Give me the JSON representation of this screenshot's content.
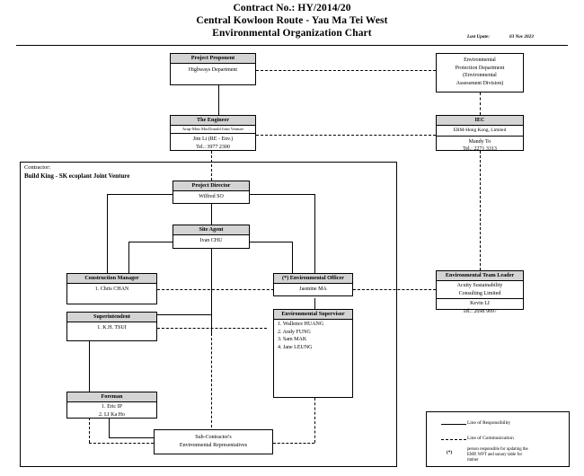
{
  "document": {
    "title_lines": [
      "Contract No.: HY/2014/20",
      "Central Kowloon Route - Yau Ma Tei West",
      "Environmental Organization Chart"
    ],
    "stamp": {
      "label": "Last Upate:",
      "value": "03 Nov 2023"
    }
  },
  "contractor": {
    "label": "Contractor:",
    "name": "Build King - SK ecoplant Joint Venture"
  },
  "boxes": {
    "project_proponent": {
      "header": "Project Proponent",
      "line1": "Highways Department"
    },
    "epd": {
      "line1": "Environmental",
      "line2": "Protection Department",
      "line3": "(Environmental",
      "line4": "Assessment Division)"
    },
    "engineer": {
      "header": "The Engineer",
      "company": "Arup-Mott MacDonald Joint Venture",
      "person": "Jim Li (RE - Env.)",
      "tel": "Tel.: 3977 2300"
    },
    "iec": {
      "header": "IEC",
      "company": "ERM-Hong Kong, Limited",
      "person": "Mandy To",
      "tel": "Tel.: 2271 3313"
    },
    "project_director": {
      "header": "Project Director",
      "person": "Wilfred SO"
    },
    "site_agent": {
      "header": "Site Agent",
      "person": "Ivan CHU"
    },
    "construction_manager": {
      "header": "Construction Manager",
      "people": [
        "1. Chris CHAN"
      ]
    },
    "environmental_officer": {
      "header": "(*) Environmental Officer",
      "person": "Jasmine MA"
    },
    "environmental_team_leader": {
      "header": "Environmental Team Leader",
      "company_line1": "Acuity Sustainability",
      "company_line2": "Consulting Limited",
      "person": "Kevin LI",
      "tel": "Tel.: 2698 9097"
    },
    "superintendent": {
      "header": "Superintendent",
      "people": [
        "1. K.H. TSUI"
      ]
    },
    "environmental_supervisor": {
      "header": "Environmental Supervisor",
      "people": [
        "1. Wallence HUANG",
        "2. Andy FUNG",
        "3. Sam MAK",
        "4. Jane LEUNG"
      ]
    },
    "foreman": {
      "header": "Foreman",
      "people": [
        "1. Eric IP",
        "2. LI Ka Ho"
      ]
    },
    "sub_contractor": {
      "line1": "Sub-Contractor's",
      "line2": "Environmental Representatives"
    }
  },
  "legend": {
    "responsibility": "Line of Responsibility",
    "communication": "Line of Communication",
    "star_symbol": "(*)",
    "star_note_line1": "person responsible for updating the",
    "star_note_line2": "EMP, WPT and sunary table for",
    "star_note_line3": "timber"
  },
  "colors": {
    "line": "#000000",
    "header_fill": "#d4d4d4",
    "page_bg": "#ffffff"
  }
}
